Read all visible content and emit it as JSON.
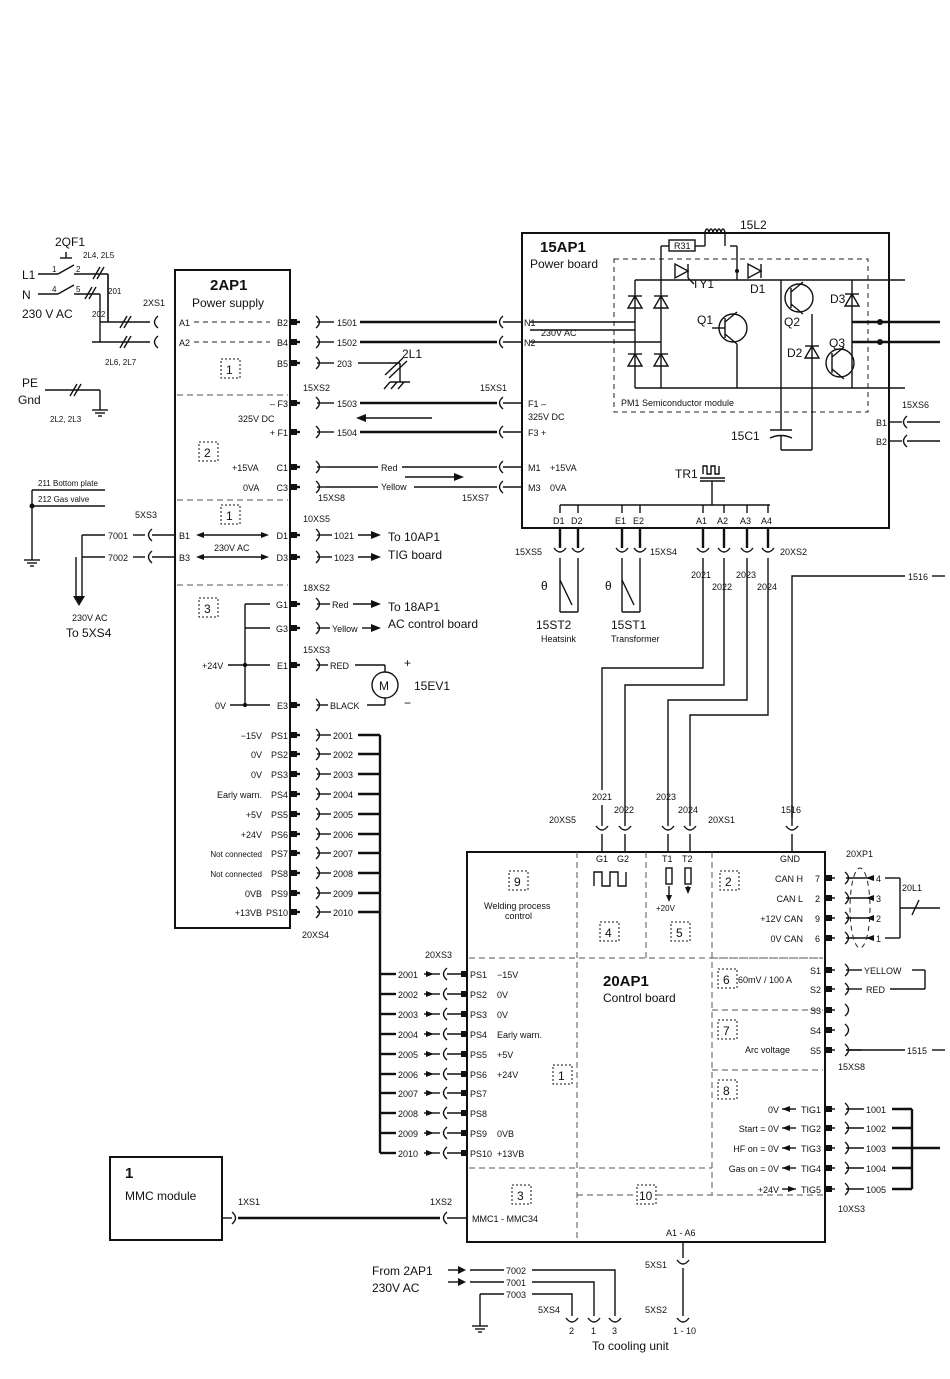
{
  "power_supply": {
    "id": "2AP1",
    "title": "Power supply",
    "inputs": [
      "A1",
      "A2"
    ],
    "outputs": [
      "B2",
      "B4",
      "B5",
      "– F3",
      "+ F1",
      "C1",
      "C3",
      "D1",
      "D3",
      "G1",
      "G3",
      "E1",
      "E3",
      "PS1",
      "PS2",
      "PS3",
      "PS4",
      "PS5",
      "PS6",
      "PS7",
      "PS8",
      "PS9",
      "PS10"
    ],
    "right_labels": [
      "+15VA",
      "0VA",
      "−15V",
      "0V",
      "0V",
      "Early warn.",
      "+5V",
      "+24V",
      "Not connected",
      "Not connected",
      "0VB",
      "+13VB"
    ],
    "dc_label": "325V DC",
    "ac_label": "230V AC",
    "v24": "+24V",
    "v0": "0V",
    "b_inputs": [
      "B1",
      "B3"
    ],
    "sections": [
      "1",
      "2",
      "1",
      "3"
    ]
  },
  "mains": {
    "breaker": "2QF1",
    "l1": "L1",
    "n": "N",
    "voltage": "230 V AC",
    "pe": "PE",
    "gnd": "Gnd",
    "pins": [
      "1",
      "2",
      "4",
      "5"
    ],
    "coils": [
      "2L4, 2L5",
      "2L6, 2L7",
      "2L2, 2L3"
    ],
    "wires": [
      "201",
      "202"
    ],
    "connector": "2XS1"
  },
  "left_side": {
    "bottom_plate": "211 Bottom plate",
    "gas_valve": "212 Gas valve",
    "connector": "5XS3",
    "wires": [
      "7001",
      "7002"
    ],
    "note1": "230V AC",
    "note2": "To 5XS4"
  },
  "power_board": {
    "id": "15AP1",
    "title": "Power board",
    "module": "PM1  Semiconductor module",
    "components": [
      "R31",
      "TY1",
      "D1",
      "Q1",
      "Q2",
      "Q3",
      "D2",
      "D3",
      "15L2",
      "15C1",
      "TR1"
    ],
    "inputs": [
      "N1",
      "N2",
      "F1 –",
      "F3 +",
      "M1",
      "M3"
    ],
    "input_labels": [
      "230V AC",
      "325V DC",
      "+15VA",
      "0VA"
    ],
    "right_pins": [
      "B1",
      "B2"
    ],
    "right_connector": "15XS6",
    "bottom_pins": [
      "D1",
      "D2",
      "E1",
      "E2",
      "A1",
      "A2",
      "A3",
      "A4"
    ]
  },
  "wires_top": {
    "w1501": "1501",
    "w1502": "1502",
    "w203": "203",
    "coil": "2L1",
    "w1503": "1503",
    "w1504": "1504",
    "red": "Red",
    "yellow": "Yellow",
    "xs2": "15XS2",
    "xs1": "15XS1",
    "xs8": "15XS8",
    "xs7": "15XS7",
    "w1021": "1021",
    "w1023": "1023",
    "xs5": "10XS5",
    "to10": "To 10AP1",
    "tig": "TIG board",
    "xs18": "18XS2",
    "to18": "To 18AP1",
    "acctrl": "AC control board",
    "red2": "Red",
    "yellow2": "Yellow",
    "xs3": "15XS3",
    "red_u": "RED",
    "black_u": "BLACK",
    "motor": "15EV1",
    "motor_m": "M",
    "plus": "+",
    "minus": "−"
  },
  "sensors": {
    "xs5": "15XS5",
    "xs4": "15XS4",
    "xs2": "20XS2",
    "st2": "15ST2",
    "st2_label": "Heatsink",
    "st1": "15ST1",
    "st1_label": "Transformer",
    "theta": "θ",
    "w2021": "2021",
    "w2022": "2022",
    "w2023": "2023",
    "w2024": "2024",
    "w1516": "1516"
  },
  "ps_wires": [
    "2001",
    "2002",
    "2003",
    "2004",
    "2005",
    "2006",
    "2007",
    "2008",
    "2009",
    "2010"
  ],
  "ps_connector_top": "20XS4",
  "control_board": {
    "id": "20AP1",
    "title": "Control board",
    "top_conn_left": "20XS5",
    "top_conn_right": "20XS1",
    "top_pins": [
      "G1",
      "G2",
      "T1",
      "T2",
      "GND"
    ],
    "top_wires": [
      "2021",
      "2022",
      "2023",
      "2024",
      "1516"
    ],
    "plus20": "+20V",
    "sections": [
      "9",
      "4",
      "5",
      "2",
      "6",
      "7",
      "8",
      "1",
      "3",
      "10"
    ],
    "welding": [
      "Welding process",
      "control"
    ],
    "can_labels": [
      "CAN H",
      "CAN L",
      "+12V CAN",
      "0V CAN"
    ],
    "can_pins": [
      "7",
      "2",
      "9",
      "6"
    ],
    "xp1": "20XP1",
    "xp_pins": [
      "4",
      "3",
      "2",
      "1"
    ],
    "l1": "20L1",
    "shunt": "60mV / 100 A",
    "arc": "Arc voltage",
    "s_pins": [
      "S1",
      "S2",
      "S3",
      "S4",
      "S5"
    ],
    "yellow": "YELLOW",
    "red": "RED",
    "w1515": "1515",
    "xs8": "15XS8",
    "tig_labels": [
      "0V",
      "Start = 0V",
      "HF on = 0V",
      "Gas on = 0V",
      "+24V"
    ],
    "tig_pins": [
      "TIG1",
      "TIG2",
      "TIG3",
      "TIG4",
      "TIG5"
    ],
    "tig_wires": [
      "1001",
      "1002",
      "1003",
      "1004",
      "1005"
    ],
    "xs3": "10XS3",
    "ps_conn": "20XS3",
    "ps_pins": [
      "PS1",
      "PS2",
      "PS3",
      "PS4",
      "PS5",
      "PS6",
      "PS7",
      "PS8",
      "PS9",
      "PS10"
    ],
    "ps_labels": [
      "−15V",
      "0V",
      "0V",
      "Early warn.",
      "+5V",
      "+24V",
      "",
      "",
      "0VB",
      "+13VB"
    ],
    "mmc": "MMC1 - MMC34",
    "a_pins": "A1 - A6"
  },
  "mmc_module": {
    "num": "1",
    "name": "MMC module",
    "xs1": "1XS1",
    "xs2": "1XS2"
  },
  "cooling": {
    "from": "From 2AP1",
    "voltage": "230V AC",
    "wires": [
      "7002",
      "7001",
      "7003"
    ],
    "xs4": "5XS4",
    "pins": [
      "2",
      "1",
      "3"
    ],
    "xs1": "5XS1",
    "xs2": "5XS2",
    "range": "1 - 10",
    "to": "To cooling unit"
  }
}
